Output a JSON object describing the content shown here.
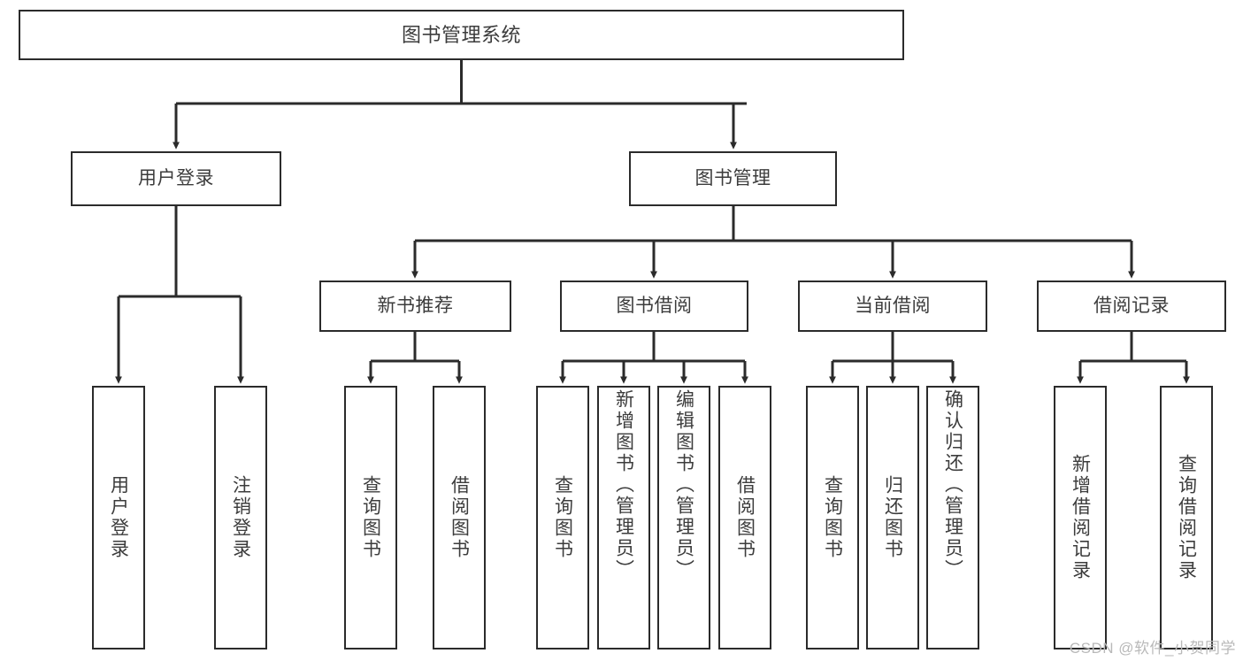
{
  "diagram": {
    "title": "图书管理系统",
    "type": "tree-hierarchy-chart",
    "root": {
      "id": "root",
      "label": "图书管理系统"
    },
    "level2": [
      {
        "id": "user-login",
        "label": "用户登录"
      },
      {
        "id": "book-manage",
        "label": "图书管理"
      }
    ],
    "level3": [
      {
        "id": "new-book-rec",
        "label": "新书推荐",
        "parent": "book-manage"
      },
      {
        "id": "book-borrow",
        "label": "图书借阅",
        "parent": "book-manage"
      },
      {
        "id": "current-borrow",
        "label": "当前借阅",
        "parent": "book-manage"
      },
      {
        "id": "borrow-record",
        "label": "借阅记录",
        "parent": "book-manage"
      }
    ],
    "leaves": [
      {
        "id": "leaf-user-login",
        "label": "用户登录",
        "parent": "user-login"
      },
      {
        "id": "leaf-user-logout",
        "label": "注销登录",
        "parent": "user-login"
      },
      {
        "id": "leaf-query-book-1",
        "label": "查询图书",
        "parent": "new-book-rec"
      },
      {
        "id": "leaf-borrow-book-1",
        "label": "借阅图书",
        "parent": "new-book-rec"
      },
      {
        "id": "leaf-query-book-2",
        "label": "查询图书",
        "parent": "book-borrow"
      },
      {
        "id": "leaf-add-book",
        "label": "新增图书（管理员）",
        "parent": "book-borrow"
      },
      {
        "id": "leaf-edit-book",
        "label": "编辑图书（管理员）",
        "parent": "book-borrow"
      },
      {
        "id": "leaf-borrow-book-2",
        "label": "借阅图书",
        "parent": "book-borrow"
      },
      {
        "id": "leaf-query-book-3",
        "label": "查询图书",
        "parent": "current-borrow"
      },
      {
        "id": "leaf-return-book",
        "label": "归还图书",
        "parent": "current-borrow"
      },
      {
        "id": "leaf-confirm-return",
        "label": "确认归还（管理员）",
        "parent": "current-borrow"
      },
      {
        "id": "leaf-add-record",
        "label": "新增借阅记录",
        "parent": "borrow-record"
      },
      {
        "id": "leaf-query-record",
        "label": "查询借阅记录",
        "parent": "borrow-record"
      }
    ],
    "watermark": "CSDN @软件_小贺同学",
    "colors": {
      "box_border": "#2b2b2b",
      "box_fill": "#ffffff",
      "text": "#3c3c3c",
      "edge": "#2b2b2b",
      "watermark": "#b9b9b9",
      "background": "#ffffff"
    }
  }
}
